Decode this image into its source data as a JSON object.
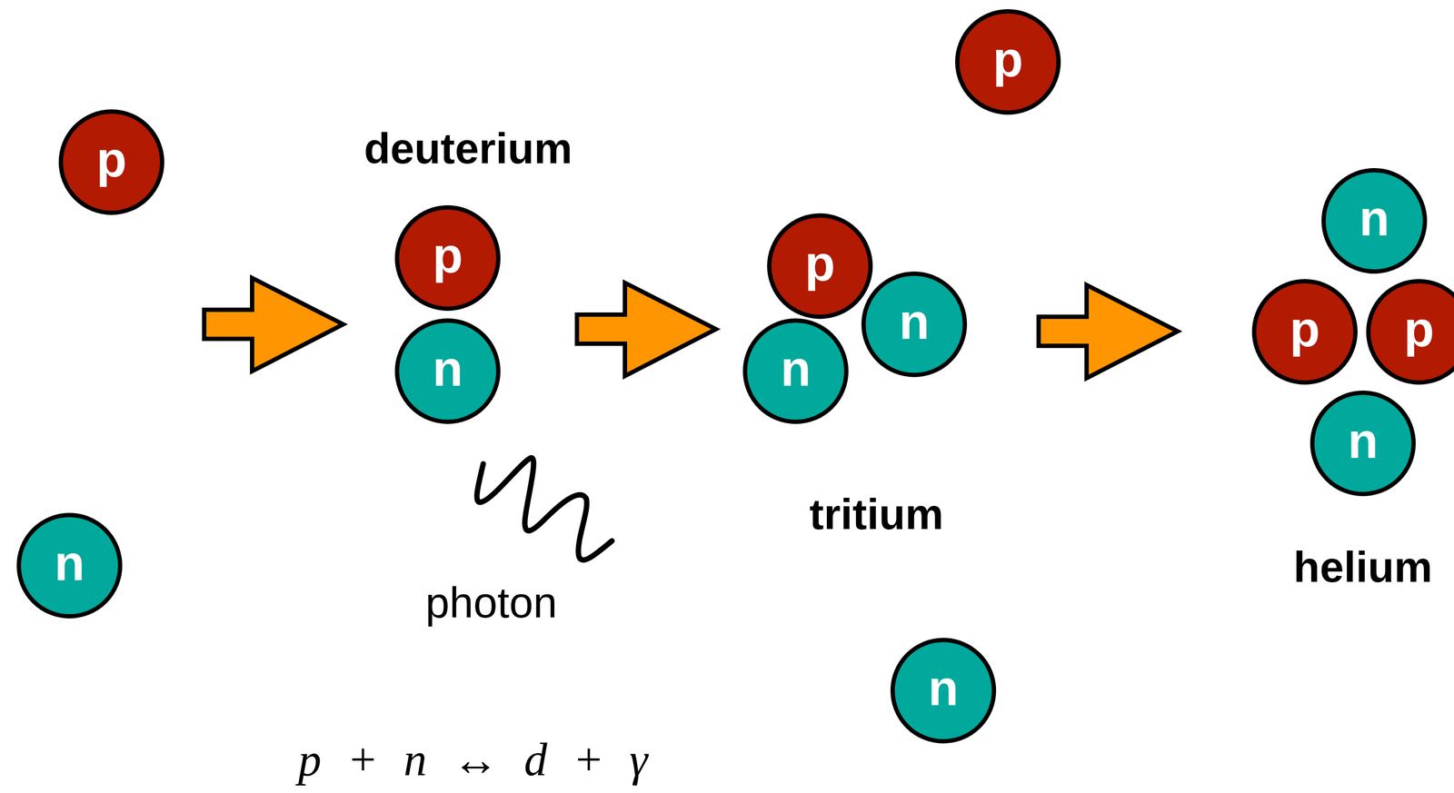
{
  "diagram": {
    "nodes": [
      {
        "text": [
          "p"
        ]
      },
      {
        "text": [
          "n"
        ]
      },
      {
        "text": [
          "p"
        ]
      },
      {
        "text": [
          "n"
        ]
      },
      {
        "text": [
          "p"
        ]
      },
      {
        "text": [
          "p"
        ]
      },
      {
        "text": [
          "n"
        ]
      },
      {
        "text": [
          "n"
        ]
      },
      {
        "text": [
          "n"
        ]
      },
      {
        "text": [
          "n"
        ]
      },
      {
        "text": [
          "p"
        ]
      },
      {
        "text": [
          "p"
        ]
      },
      {
        "text": [
          "n"
        ]
      }
    ],
    "labels": [
      "deuterium",
      "photon",
      "tritium",
      "helium",
      "p + n ↔ d + γ"
    ]
  }
}
